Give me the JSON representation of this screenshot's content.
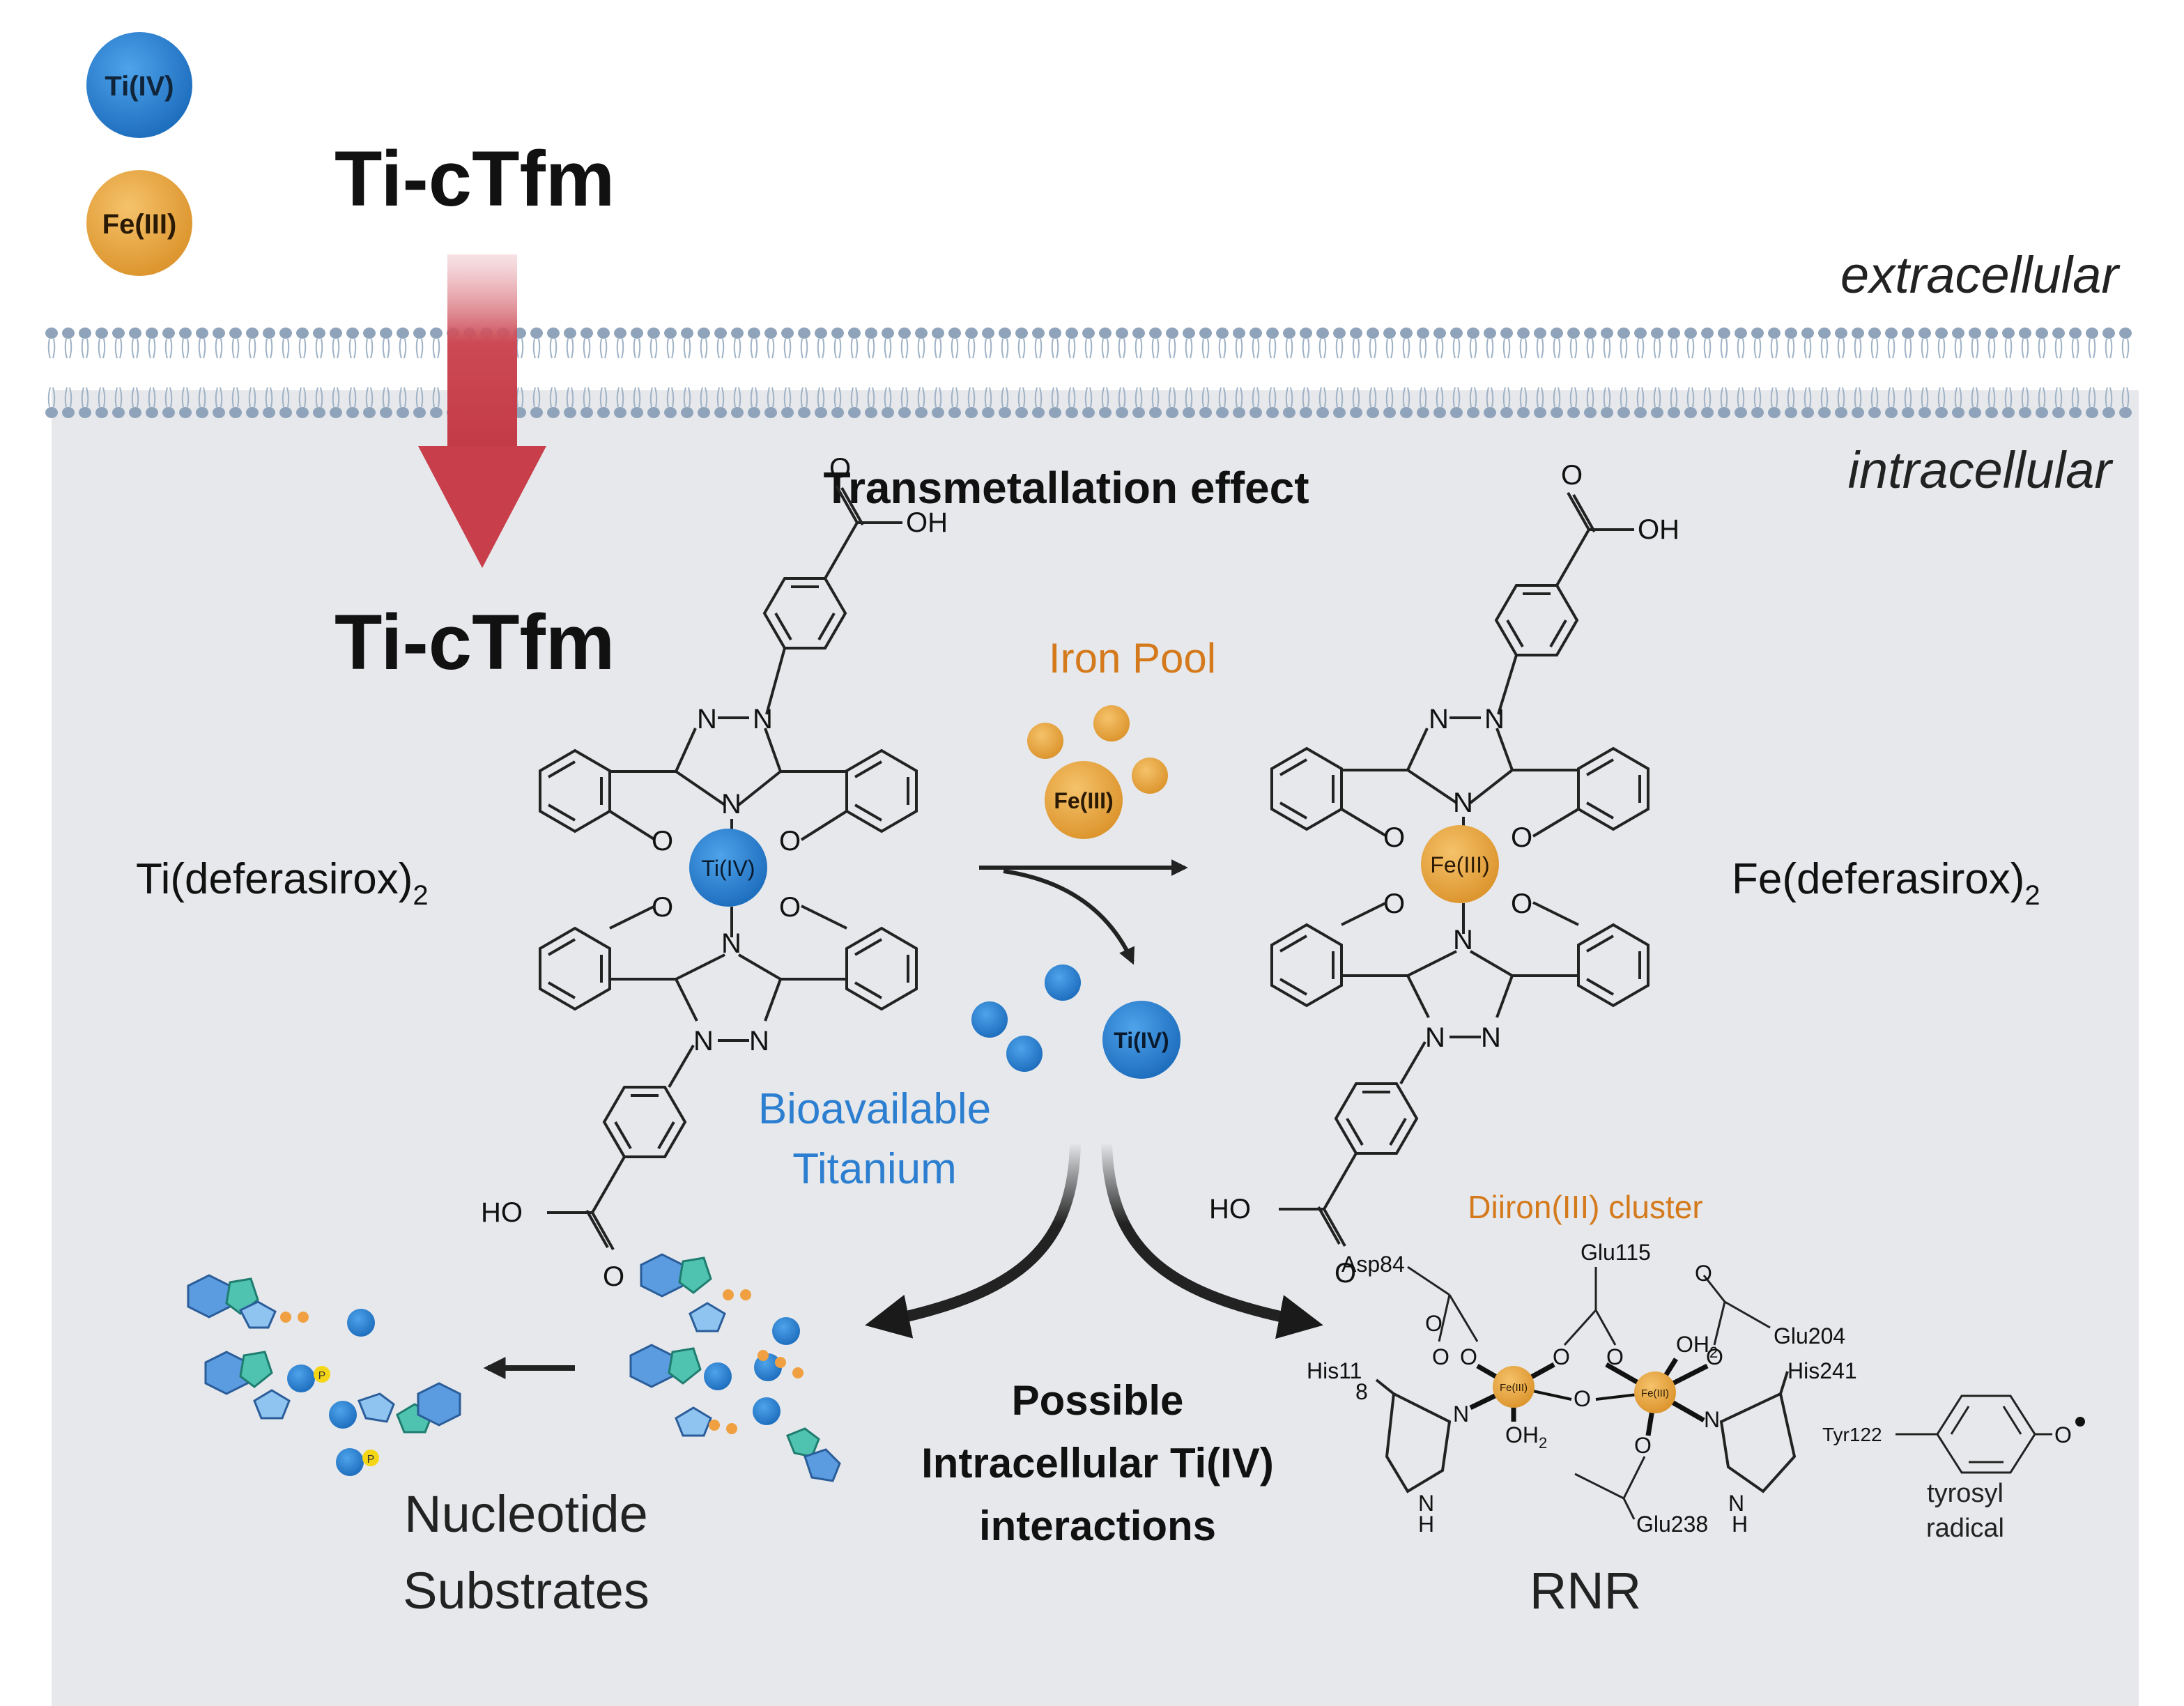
{
  "legend": {
    "ti": "Ti(IV)",
    "fe": "Fe(III)"
  },
  "titles": {
    "ti_cTfm_top": "Ti-cTfm",
    "ti_cTfm_inside": "Ti-cTfm",
    "transmetallation": "Transmetallation effect"
  },
  "regions": {
    "extracellular": "extracellular",
    "intracellular": "intracellular"
  },
  "complexes": {
    "ti_complex": {
      "name": "Ti(deferasirox)",
      "subscript": "2",
      "center": "Ti(IV)"
    },
    "fe_complex": {
      "name": "Fe(deferasirox)",
      "subscript": "2",
      "center": "Fe(III)"
    }
  },
  "atoms": {
    "n": "N",
    "o": "O",
    "oh": "OH",
    "ho": "HO"
  },
  "iron_pool": {
    "label": "Iron Pool",
    "ion": "Fe(III)"
  },
  "bioavailable": {
    "line1": "Bioavailable",
    "line2": "Titanium",
    "ion": "Ti(IV)"
  },
  "interactions": {
    "line1": "Possible",
    "line2": "Intracellular Ti(IV)",
    "line3": "interactions"
  },
  "nucleotides": {
    "line1": "Nucleotide",
    "line2": "Substrates",
    "p": "P"
  },
  "rnr": {
    "label": "RNR",
    "cluster": "Diiron(III) cluster",
    "residues": {
      "asp84": "Asp84",
      "glu115": "Glu115",
      "glu204": "Glu204",
      "his118a": "His11",
      "his118b": "8",
      "his241": "His241",
      "glu238": "Glu238",
      "tyr122": "Tyr122"
    },
    "atoms": {
      "oh2": "OH",
      "two": "2",
      "h": "H",
      "fe": "Fe(III)",
      "nh": "N",
      "hh": "H"
    },
    "tyrosyl": {
      "line1": "tyrosyl",
      "line2": "radical"
    }
  },
  "colors": {
    "ti_blue": "#2c7fd0",
    "fe_orange": "#e8a43c",
    "arrow_red": "#c8404b",
    "cell_bg": "#e6e8eb",
    "iron_text": "#d47a1c",
    "ti_text": "#2c7fd0"
  }
}
